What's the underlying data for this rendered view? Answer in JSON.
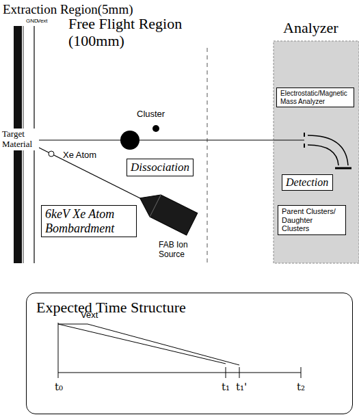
{
  "diagram": {
    "nodes": [
      {
        "text": [
          "Analyzer"
        ]
      },
      {
        "text": [
          "Electrostatic/Magnetic Mass Analyzer"
        ],
        "in": 0
      },
      {
        "text": [
          "Detection"
        ],
        "in": 0
      },
      {
        "text": [
          "Parent Clusters/ Daughter Clusters"
        ],
        "in": 0
      },
      {
        "text": [
          "Dissociation"
        ]
      },
      {
        "text": [
          "6keV Xe Atom Bombardment"
        ]
      },
      {
        "text": [
          "FAB Ion Source"
        ]
      },
      {
        "text": [
          "Expected Time Structure"
        ]
      }
    ],
    "labels": [
      "Extraction Region(5mm)",
      "GND",
      "Vext",
      "Free Flight Region (100mm)",
      "Target Material",
      "Cluster",
      "Xe Atom",
      "Vext",
      "t₀",
      "t₁",
      "t₁'",
      "t₂"
    ]
  }
}
